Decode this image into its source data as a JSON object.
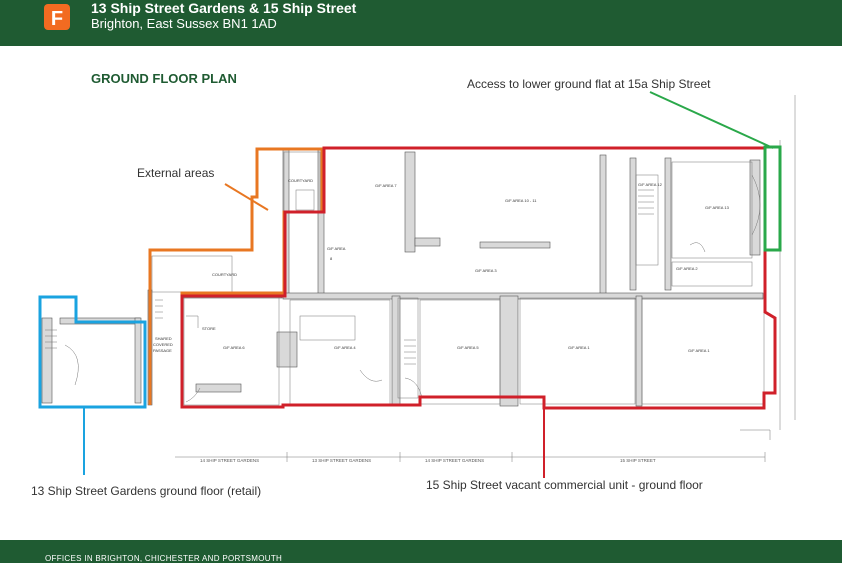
{
  "header": {
    "logo_letter": "F",
    "address_line1": "13 Ship Street Gardens & 15 Ship Street",
    "address_line2": "Brighton, East Sussex BN1 1AD"
  },
  "plan": {
    "title": "GROUND FLOOR PLAN",
    "annotations": {
      "external_areas": "External areas",
      "lower_ground_access": "Access to lower ground flat at 15a Ship Street",
      "retail_13": "13 Ship Street Gardens ground floor (retail)",
      "commercial_15": "15 Ship Street vacant commercial unit - ground floor"
    },
    "room_labels": {
      "courtyard_top": "COURTYARD",
      "courtyard_mid": "COURTYARD",
      "gf_area_7": "G/F AREA 7",
      "gf_area_10_11": "G/F AREA 10 - 11",
      "gf_area_12": "G/F AREA 12",
      "gf_area_13": "G/F AREA 13",
      "gf_area_3": "G/F AREA 3",
      "gf_area_8a": "G/F AREA",
      "gf_area_8b": "8",
      "gf_area_2": "G/F AREA 2",
      "gf_area_6": "G/F AREA 6",
      "gf_area_4": "G/F AREA 4",
      "gf_area_5": "G/F AREA 5",
      "gf_area_1a": "G/F AREA 1",
      "gf_area_1b": "G/F AREA 1",
      "store": "STORE",
      "shared_passage_1": "SHARED",
      "shared_passage_2": "COVERED",
      "shared_passage_3": "PASSAGE"
    },
    "dimension_labels": {
      "seg1": "14 SHIP STREET GARDENS",
      "seg2": "13 SHIP STREET GARDENS",
      "seg3": "14 SHIP STREET GARDENS",
      "seg4": "15 SHIP STREET"
    }
  },
  "footer": {
    "text": "OFFICES IN BRIGHTON, CHICHESTER AND PORTSMOUTH"
  },
  "colors": {
    "brand_green": "#1f5b32",
    "logo_orange": "#f26b21",
    "outline_orange": "#e87722",
    "outline_red": "#d0202a",
    "outline_blue": "#1aa3e0",
    "outline_green": "#2aa84a"
  }
}
